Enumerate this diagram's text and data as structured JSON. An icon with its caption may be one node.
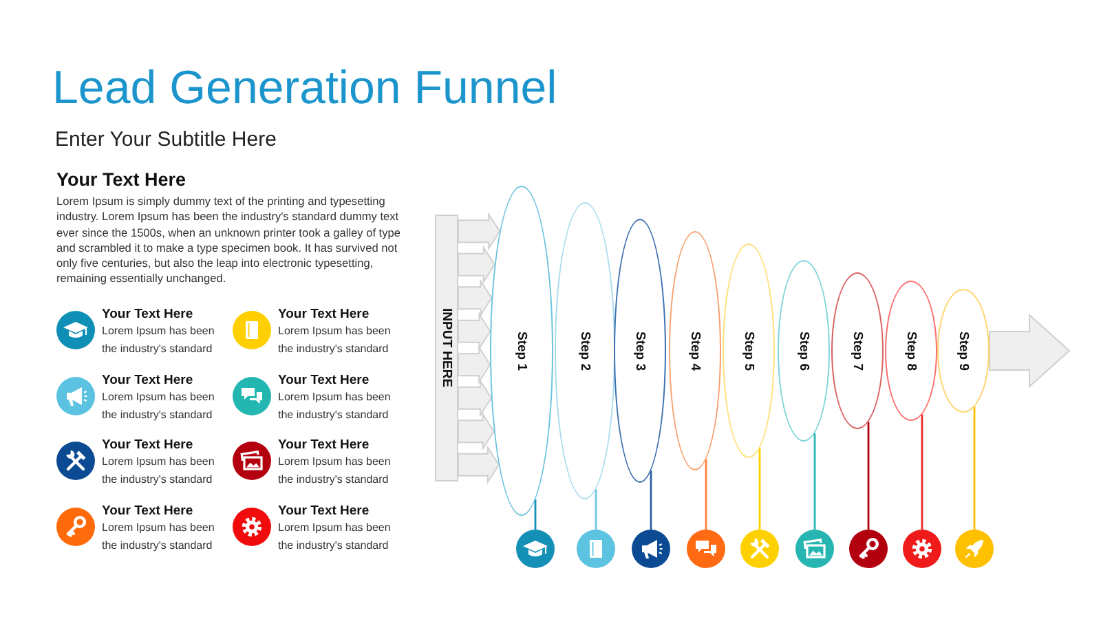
{
  "diagram": {
    "title": "Lead Generation Funnel",
    "nodes": [
      {
        "text": [],
        "shape": "circle",
        "beside": [
          "Your Text Here",
          "Lorem Ipsum has been the industry's standard"
        ]
      },
      {
        "text": [],
        "shape": "circle",
        "beside": [
          "Your Text Here",
          "Lorem Ipsum has been the industry's standard"
        ]
      },
      {
        "text": [],
        "shape": "circle",
        "beside": [
          "Your Text Here",
          "Lorem Ipsum has been the industry's standard"
        ]
      },
      {
        "text": [],
        "shape": "circle",
        "beside": [
          "Your Text Here",
          "Lorem Ipsum has been the industry's standard"
        ]
      },
      {
        "text": [],
        "shape": "circle",
        "beside": [
          "Your Text Here",
          "Lorem Ipsum has been the industry's standard"
        ]
      },
      {
        "text": [],
        "shape": "circle",
        "beside": [
          "Your Text Here",
          "Lorem Ipsum has been the industry's standard"
        ]
      },
      {
        "text": [],
        "shape": "circle",
        "beside": [
          "Your Text Here",
          "Lorem Ipsum has been the industry's standard"
        ]
      },
      {
        "text": [],
        "shape": "circle",
        "beside": [
          "Your Text Here",
          "Lorem Ipsum has been the industry's standard"
        ]
      },
      {
        "text": [
          "INPUT HERE"
        ]
      },
      {
        "text": [
          "Step 1"
        ]
      },
      {
        "text": [
          "Step 2"
        ]
      },
      {
        "text": [
          "Step 3"
        ]
      },
      {
        "text": [
          "Step 4"
        ]
      },
      {
        "text": [
          "Step 5"
        ]
      },
      {
        "text": [
          "Step 6"
        ]
      },
      {
        "text": [
          "Step 7"
        ]
      },
      {
        "text": [
          "Step 8"
        ]
      },
      {
        "text": [
          "Step 9"
        ]
      },
      {
        "text": [],
        "shape": "circle"
      },
      {
        "text": [],
        "shape": "circle"
      },
      {
        "text": [],
        "shape": "circle"
      },
      {
        "text": [],
        "shape": "circle"
      },
      {
        "text": [],
        "shape": "circle"
      },
      {
        "text": [],
        "shape": "circle"
      },
      {
        "text": [],
        "shape": "circle"
      },
      {
        "text": [],
        "shape": "circle"
      },
      {
        "text": [],
        "shape": "circle"
      }
    ],
    "edges": [
      {
        "from": 8,
        "to": 9,
        "arrow": "to"
      },
      {
        "from": 8,
        "to": 9,
        "arrow": "to"
      },
      {
        "from": 8,
        "to": 9,
        "arrow": "to"
      },
      {
        "from": 8,
        "to": 9,
        "arrow": "to"
      },
      {
        "from": 8,
        "to": 9,
        "arrow": "to"
      },
      {
        "from": 8,
        "to": 9,
        "arrow": "to"
      },
      {
        "from": 8,
        "to": 9,
        "arrow": "to"
      },
      {
        "from": 8,
        "to": 9,
        "arrow": "to"
      },
      {
        "from": 17,
        "to": null,
        "arrow": "to"
      },
      {
        "from": 9,
        "to": 18,
        "arrow": "none",
        "color": "#148fb6"
      },
      {
        "from": 10,
        "to": 19,
        "arrow": "none",
        "color": "#6ec8e2"
      },
      {
        "from": 11,
        "to": 20,
        "arrow": "none",
        "color": "#2b5fa3"
      },
      {
        "from": 12,
        "to": 21,
        "arrow": "none",
        "color": "#ff7f3a"
      },
      {
        "from": 13,
        "to": 22,
        "arrow": "none",
        "color": "#ffd000"
      },
      {
        "from": 14,
        "to": 23,
        "arrow": "none",
        "color": "#26b5b0"
      },
      {
        "from": 15,
        "to": 24,
        "arrow": "none",
        "color": "#b2000e"
      },
      {
        "from": 16,
        "to": 25,
        "arrow": "none",
        "color": "#ef2a2a"
      },
      {
        "from": 17,
        "to": 26,
        "arrow": "none",
        "color": "#ffc000"
      }
    ],
    "labels": [
      "Enter Your Subtitle Here",
      "Your Text Here",
      "Lorem Ipsum is simply dummy text of the printing and typesetting industry. Lorem Ipsum has been the industry's standard dummy text ever since the 1500s, when an unknown printer took a galley of type and scrambled it to make a type specimen book. It has survived not only five centuries, but also the leap into electronic typesetting, remaining essentially unchanged."
    ]
  }
}
